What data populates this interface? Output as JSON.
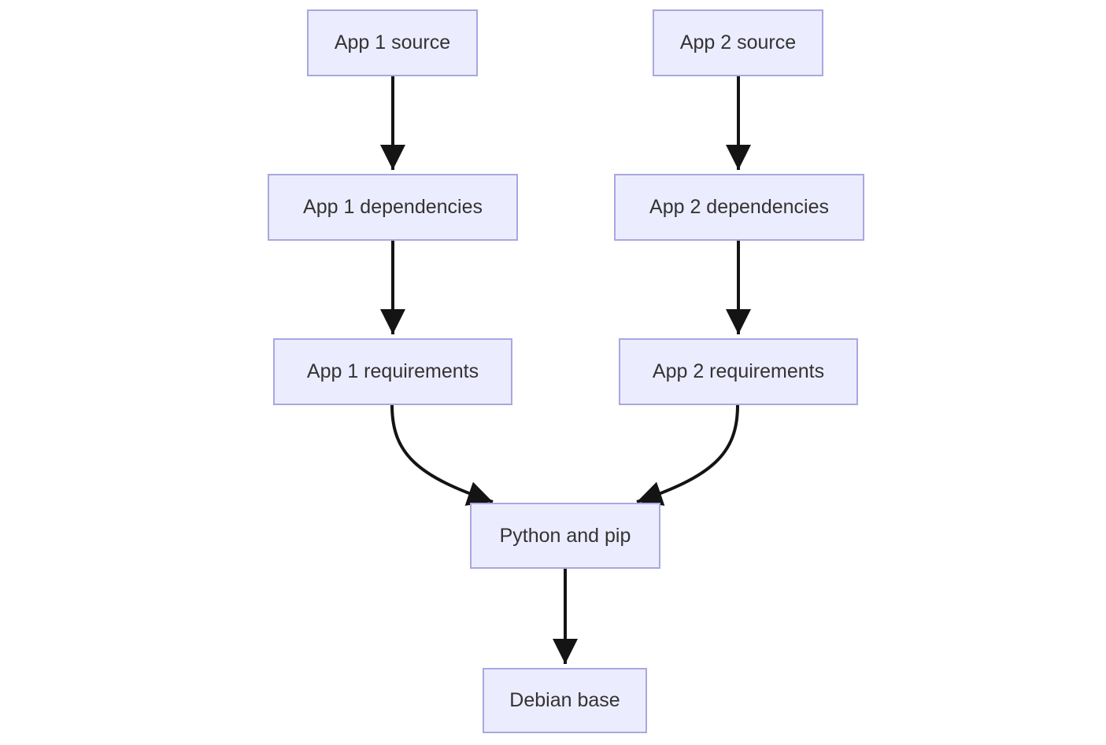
{
  "diagram": {
    "type": "flowchart",
    "direction": "top-down",
    "colors": {
      "background": "#ffffff",
      "node_fill": "#ECECFF",
      "node_border": "#a9a7e0",
      "node_text": "#333333",
      "arrow": "#141414"
    },
    "nodes": [
      {
        "id": "app1-source",
        "label": "App 1 source"
      },
      {
        "id": "app2-source",
        "label": "App 2 source"
      },
      {
        "id": "app1-dependencies",
        "label": "App 1 dependencies"
      },
      {
        "id": "app2-dependencies",
        "label": "App 2 dependencies"
      },
      {
        "id": "app1-requirements",
        "label": "App 1 requirements"
      },
      {
        "id": "app2-requirements",
        "label": "App 2 requirements"
      },
      {
        "id": "python-pip",
        "label": "Python and pip"
      },
      {
        "id": "debian-base",
        "label": "Debian base"
      }
    ],
    "edges": [
      {
        "from": "app1-source",
        "to": "app1-dependencies"
      },
      {
        "from": "app2-source",
        "to": "app2-dependencies"
      },
      {
        "from": "app1-dependencies",
        "to": "app1-requirements"
      },
      {
        "from": "app2-dependencies",
        "to": "app2-requirements"
      },
      {
        "from": "app1-requirements",
        "to": "python-pip"
      },
      {
        "from": "app2-requirements",
        "to": "python-pip"
      },
      {
        "from": "python-pip",
        "to": "debian-base"
      }
    ]
  }
}
